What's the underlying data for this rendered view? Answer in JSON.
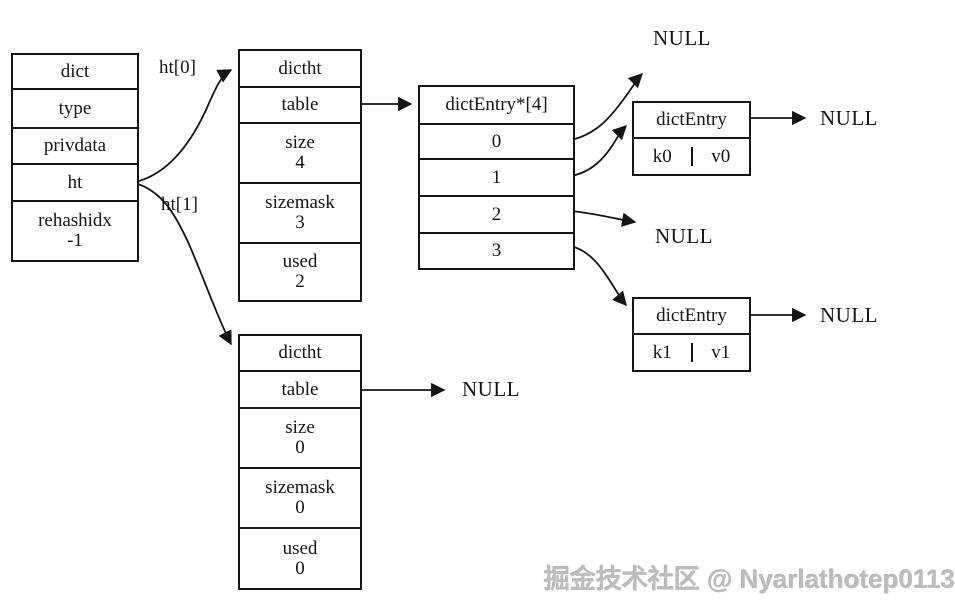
{
  "colors": {
    "line": "#151515",
    "background": "#ffffff",
    "watermark": "#bdbdbd"
  },
  "pointer_labels": {
    "ht0": "ht[0]",
    "ht1": "ht[1]"
  },
  "dict_box": {
    "rows": [
      {
        "label": "dict"
      },
      {
        "label": "type"
      },
      {
        "label": "privdata"
      },
      {
        "label": "ht"
      },
      {
        "label": "rehashidx",
        "value": "-1"
      }
    ]
  },
  "dictht0": {
    "rows": [
      {
        "label": "dictht"
      },
      {
        "label": "table"
      },
      {
        "label": "size",
        "value": "4"
      },
      {
        "label": "sizemask",
        "value": "3"
      },
      {
        "label": "used",
        "value": "2"
      }
    ]
  },
  "dictht1": {
    "rows": [
      {
        "label": "dictht"
      },
      {
        "label": "table"
      },
      {
        "label": "size",
        "value": "0"
      },
      {
        "label": "sizemask",
        "value": "0"
      },
      {
        "label": "used",
        "value": "0"
      }
    ]
  },
  "bucket_array": {
    "header": "dictEntry*[4]",
    "slots": [
      "0",
      "1",
      "2",
      "3"
    ]
  },
  "entry0": {
    "header": "dictEntry",
    "key": "k0",
    "value": "v0"
  },
  "entry1": {
    "header": "dictEntry",
    "key": "k1",
    "value": "v1"
  },
  "nulls": {
    "top": "NULL",
    "entry0": "NULL",
    "mid": "NULL",
    "entry1": "NULL",
    "table1": "NULL"
  },
  "watermark": "掘金技术社区 @ Nyarlathotep0113"
}
